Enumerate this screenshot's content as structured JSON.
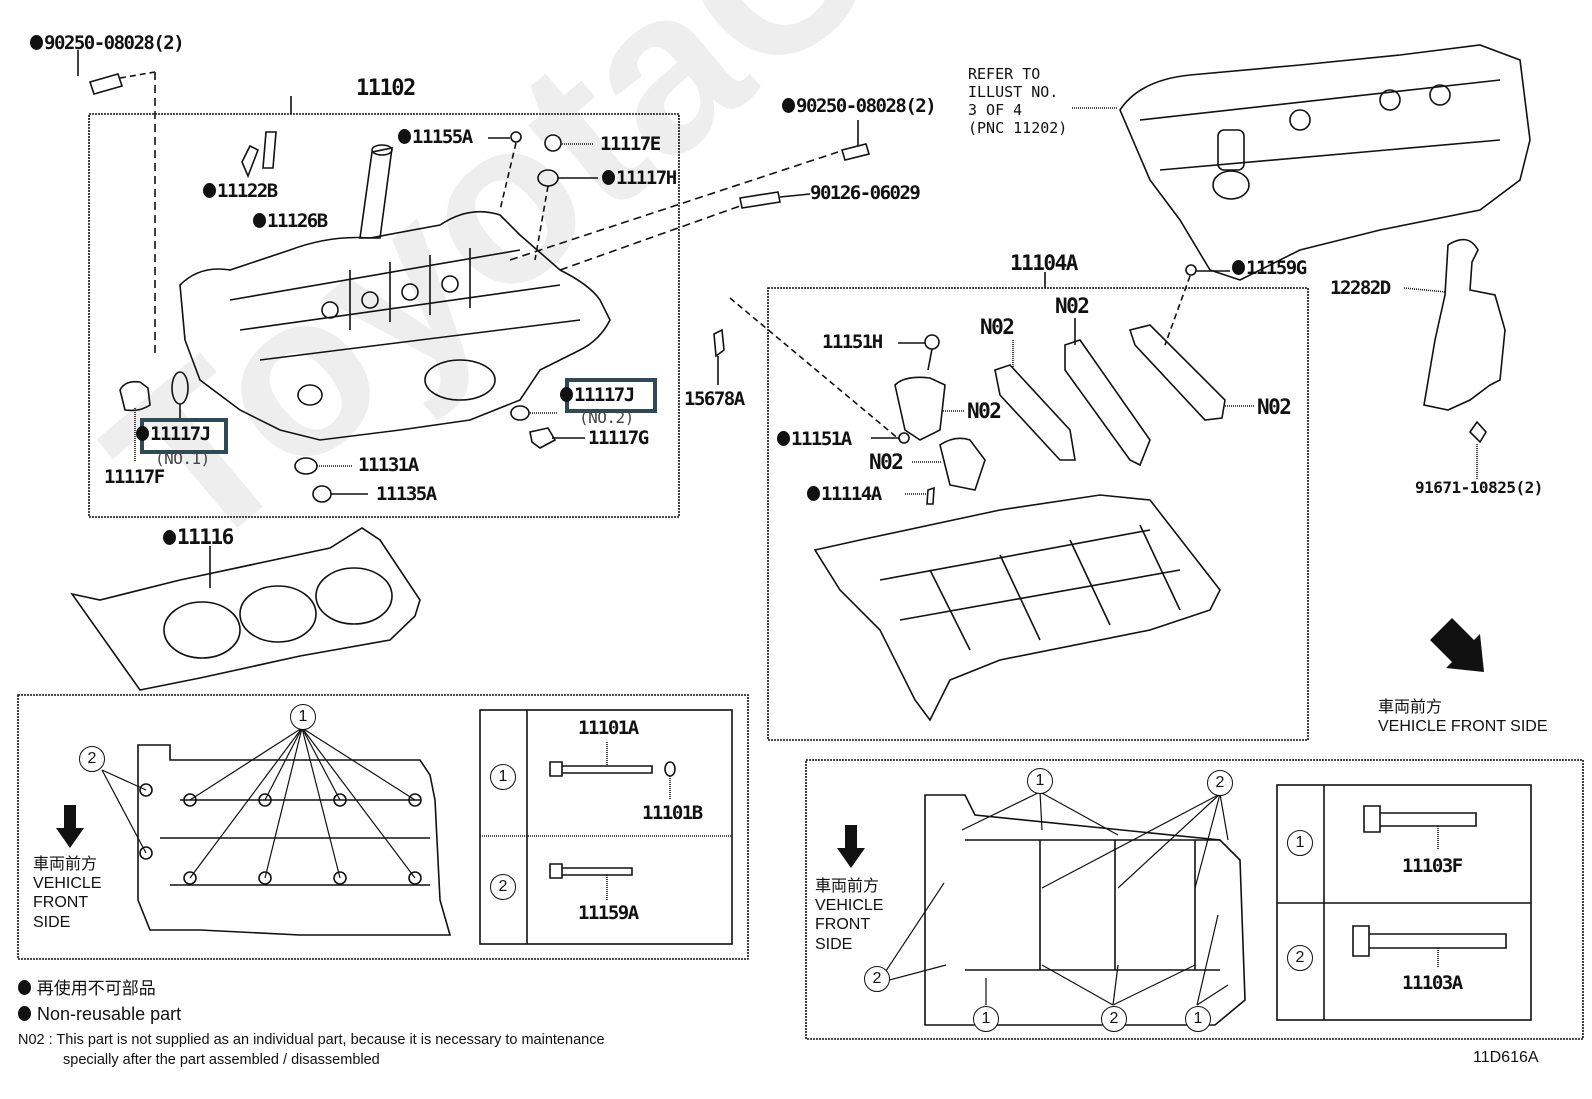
{
  "diagram_id": "11D616A",
  "watermark": "ToyotaCarPartz",
  "highlight_color": "#2f4a55",
  "labels": {
    "p90250_left": "90250-08028(2)",
    "p11102": "11102",
    "p11155A": "11155A",
    "p11117E": "11117E",
    "p11117H": "11117H",
    "p11122B": "11122B",
    "p11126B": "11126B",
    "p11117J_no1": "11117J",
    "no1": "(NO.1)",
    "p11117F": "11117F",
    "p11117J_no2": "11117J",
    "no2": "(NO.2)",
    "p11117G": "11117G",
    "p11131A": "11131A",
    "p11135A": "11135A",
    "p11116": "11116",
    "p90250_right": "90250-08028(2)",
    "p90126": "90126-06029",
    "refer_lines": [
      "REFER TO",
      "ILLUST NO.",
      "3 OF 4",
      "(PNC 11202)"
    ],
    "p11104A": "11104A",
    "p11159G": "11159G",
    "p12282D": "12282D",
    "p91671": "91671-10825(2)",
    "p15678A": "15678A",
    "p11151H": "11151H",
    "p11151A": "11151A",
    "p11114A": "11114A",
    "n02": "N02"
  },
  "vehicle_front": {
    "jp": "車両前方",
    "en": "VEHICLE FRONT SIDE",
    "en_lines": [
      "VEHICLE",
      "FRONT",
      "SIDE"
    ]
  },
  "bolt_table_left": {
    "rows": [
      {
        "num": "1",
        "parts": [
          "11101A",
          "11101B"
        ]
      },
      {
        "num": "2",
        "parts": [
          "11159A"
        ]
      }
    ]
  },
  "bolt_table_right": {
    "rows": [
      {
        "num": "1",
        "parts": [
          "11103F"
        ]
      },
      {
        "num": "2",
        "parts": [
          "11103A"
        ]
      }
    ]
  },
  "legend": {
    "jp": "再使用不可部品",
    "en": "Non-reusable part",
    "n02_note_line1": "N02 : This part is not supplied as an individual part, because it is necessary to maintenance",
    "n02_note_line2": "specially after the part assembled / disassembled"
  }
}
